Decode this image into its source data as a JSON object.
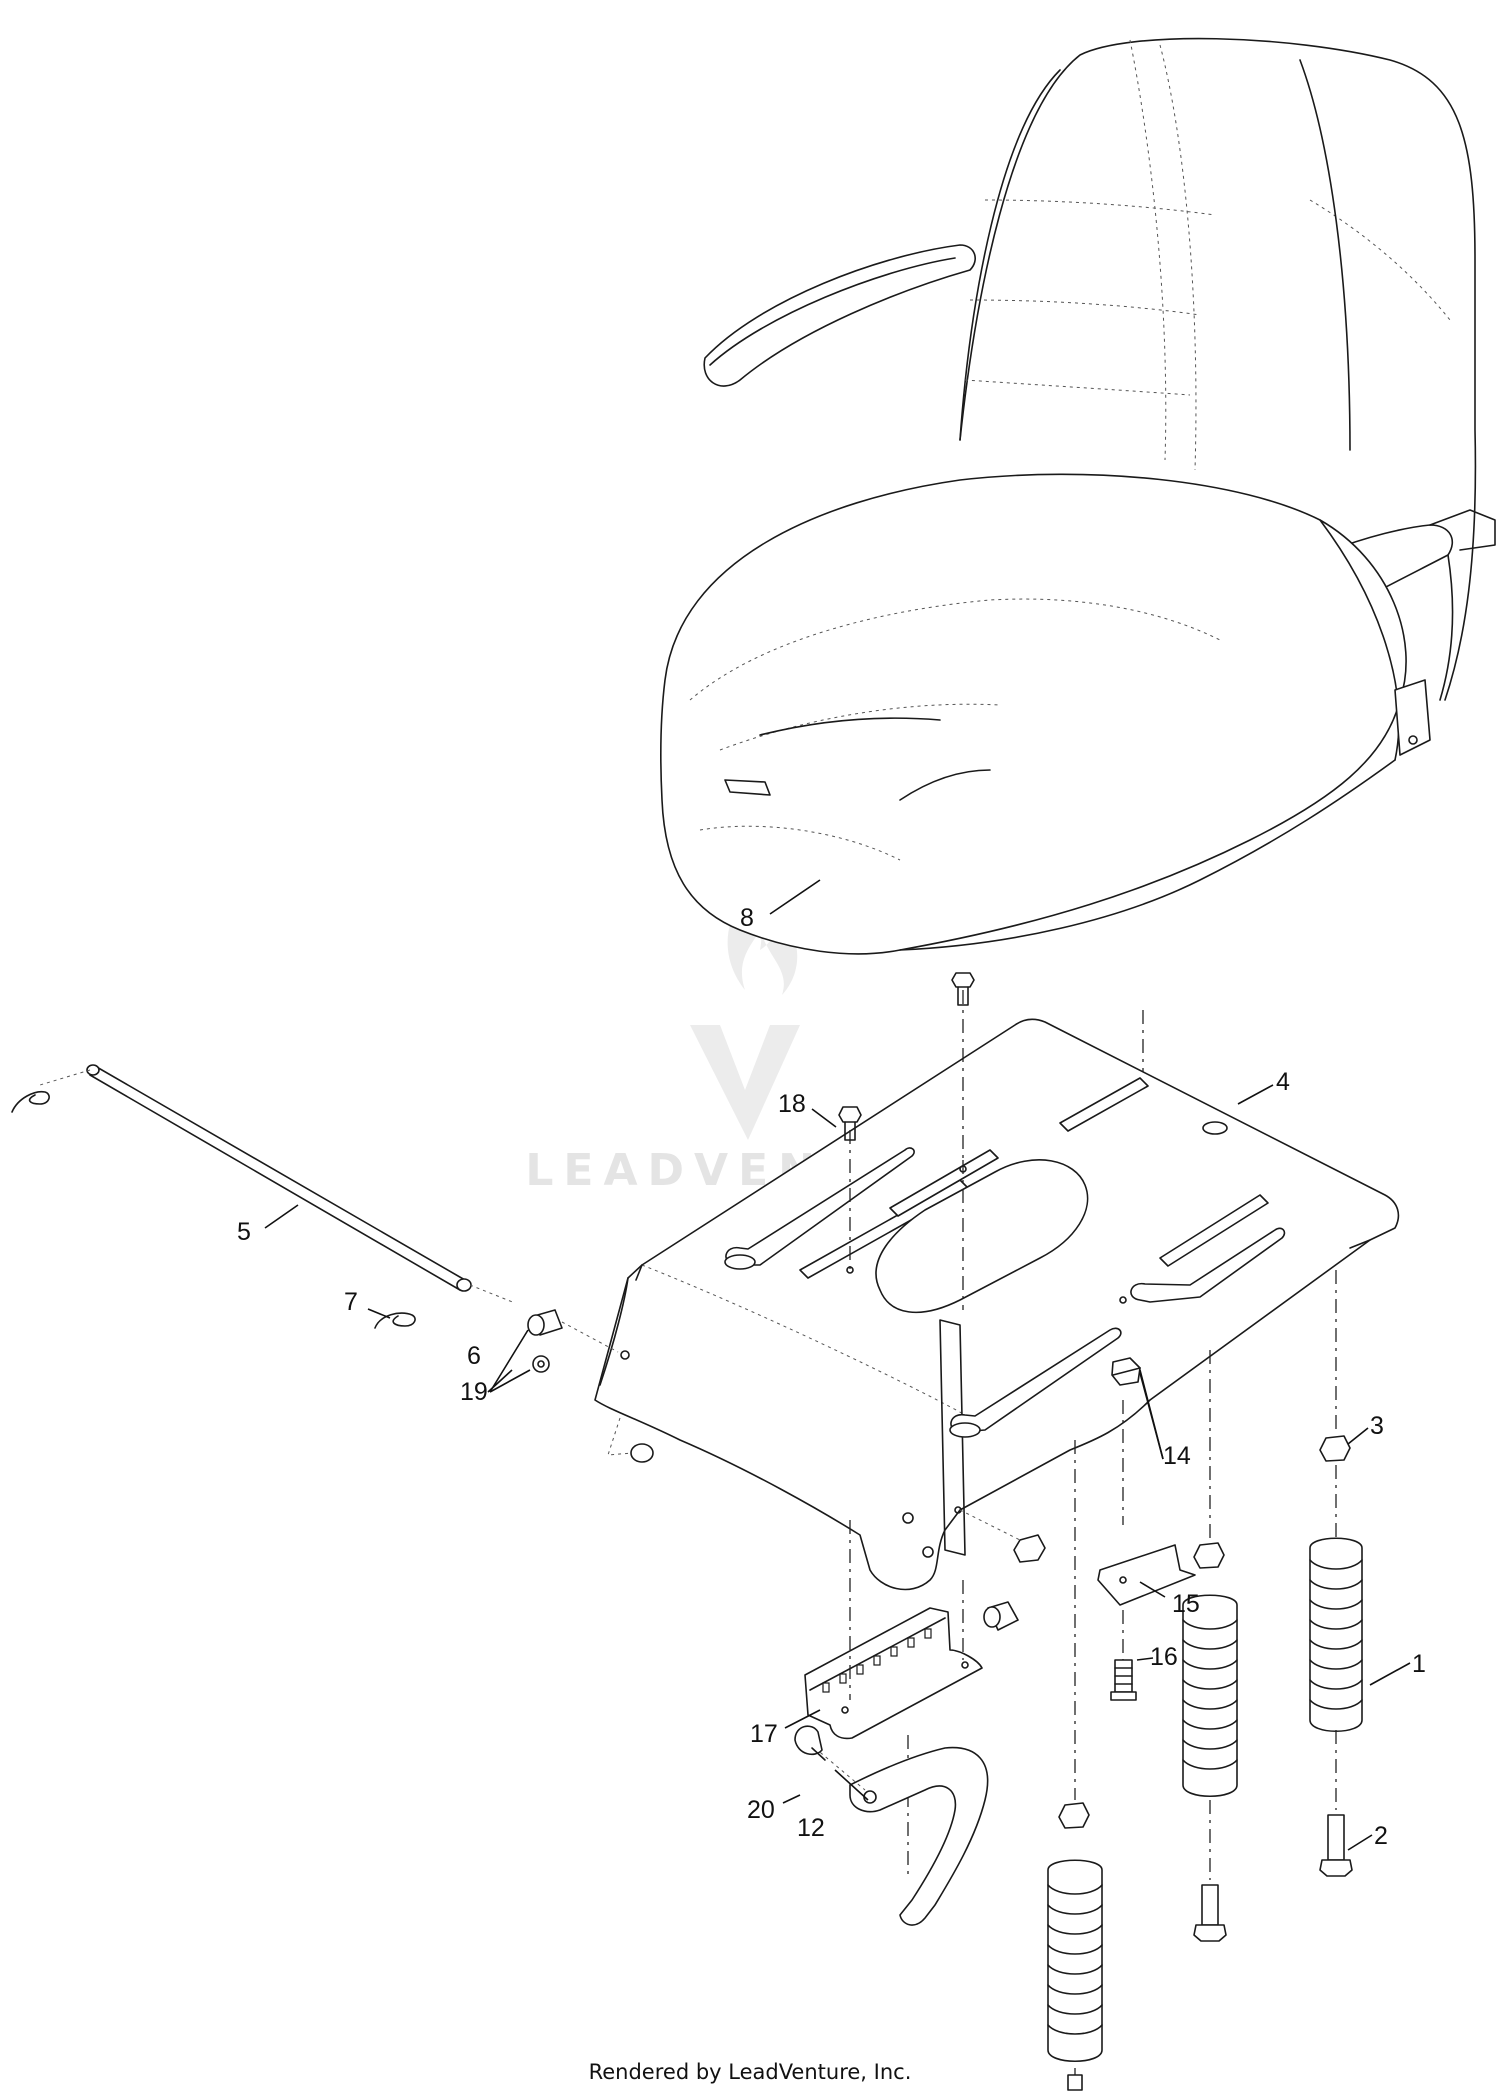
{
  "watermark": {
    "text": "LEADVENTURE"
  },
  "footer": {
    "text": "Rendered by LeadVenture, Inc."
  },
  "callouts": [
    {
      "id": "1",
      "label": "1"
    },
    {
      "id": "2",
      "label": "2"
    },
    {
      "id": "3",
      "label": "3"
    },
    {
      "id": "4",
      "label": "4"
    },
    {
      "id": "5",
      "label": "5"
    },
    {
      "id": "6",
      "label": "6"
    },
    {
      "id": "7",
      "label": "7"
    },
    {
      "id": "8",
      "label": "8"
    },
    {
      "id": "12",
      "label": "12"
    },
    {
      "id": "14",
      "label": "14"
    },
    {
      "id": "15",
      "label": "15"
    },
    {
      "id": "16",
      "label": "16"
    },
    {
      "id": "17",
      "label": "17"
    },
    {
      "id": "18",
      "label": "18"
    },
    {
      "id": "19",
      "label": "19"
    },
    {
      "id": "20",
      "label": "20"
    }
  ]
}
